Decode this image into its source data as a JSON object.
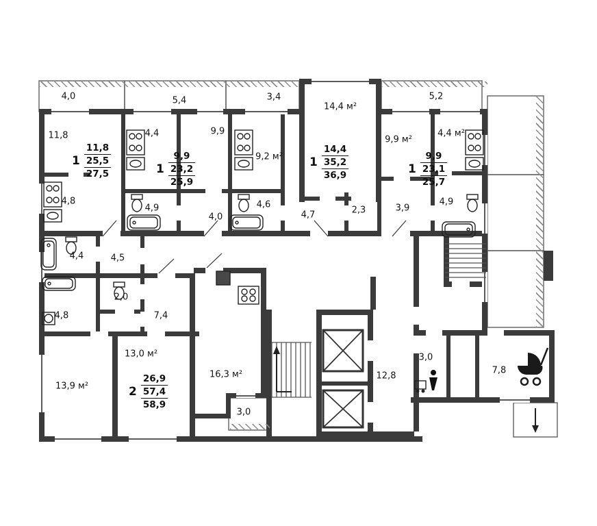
{
  "colors": {
    "wall": "#3b3b3b",
    "thin_line": "#5a5a5a",
    "text": "#141414"
  },
  "labels": [
    {
      "text": "4,0"
    },
    {
      "text": "5,4"
    },
    {
      "text": "3,4"
    },
    {
      "text": "14,4 м²"
    },
    {
      "text": "5,2"
    },
    {
      "text": "11,8"
    },
    {
      "text": "4,4"
    },
    {
      "text": "9,9"
    },
    {
      "text": "9,2 м²"
    },
    {
      "text": "9,9 м²"
    },
    {
      "text": "4,4 м²"
    },
    {
      "text": "4,8"
    },
    {
      "text": "4,9"
    },
    {
      "text": "4,0"
    },
    {
      "text": "4,6"
    },
    {
      "text": "4,7"
    },
    {
      "text": "2,3"
    },
    {
      "text": "3,9"
    },
    {
      "text": "4,9"
    },
    {
      "text": "4,4"
    },
    {
      "text": "4,5"
    },
    {
      "text": "2,0"
    },
    {
      "text": "4,8"
    },
    {
      "text": "7,4"
    },
    {
      "text": "13,0 м²"
    },
    {
      "text": "16,3 м²"
    },
    {
      "text": "13,9 м²"
    },
    {
      "text": "3,0"
    },
    {
      "text": "12,8"
    },
    {
      "text": "3,0"
    },
    {
      "text": "7,8"
    }
  ],
  "apartments": [
    {
      "rooms": "1",
      "living": "11,8",
      "area": "25,5",
      "total": "27,5"
    },
    {
      "rooms": "1",
      "living": "9,9",
      "area": "23,2",
      "total": "25,9"
    },
    {
      "rooms": "1",
      "living": "14,4",
      "area": "35,2",
      "total": "36,9"
    },
    {
      "rooms": "1",
      "living": "9,9",
      "area": "23,1",
      "total": "25,7"
    },
    {
      "rooms": "2",
      "living": "26,9",
      "area": "57,4",
      "total": "58,9"
    }
  ],
  "icons": {
    "stove-icon": "4-burner cooktop, rectangle with four circles",
    "sink-icon": "kitchen sink, rectangle with oval basin",
    "bathtub-icon": "bathtub, rounded rectangle with drain",
    "toilet-icon": "toilet, tank and bowl",
    "washer-icon": "washing machine, square with circle",
    "elevator-icon": "elevator shaft, rectangle with X",
    "stairs-icon": "stair treads, parallel lines",
    "up-arrow-icon": "stair direction arrow up",
    "down-arrow-icon": "exit arrow down",
    "stroller-icon": "baby pram in stroller room",
    "person-icon": "person figure in concierge room",
    "balcony-hatch-icon": "diagonal hatch railing"
  }
}
